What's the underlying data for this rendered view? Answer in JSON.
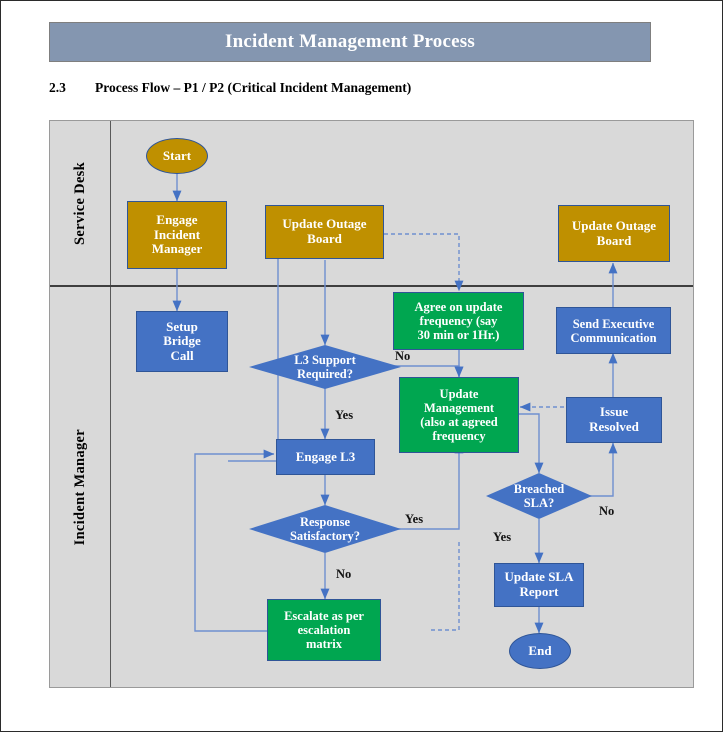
{
  "document": {
    "title_bar": "Incident Management Process",
    "section_number": "2.3",
    "section_heading": "Process Flow – P1 / P2 (Critical Incident Management)"
  },
  "colors": {
    "title_bar_bg": "#8496B0",
    "canvas_bg": "#D9D9D9",
    "gold": "#BF9000",
    "blue": "#4472C4",
    "green": "#00A650",
    "border_blue": "#2F5597",
    "connector": "#6F8FD0",
    "text_on_shape": "#FFFFFF"
  },
  "swimlanes": [
    {
      "id": "service-desk",
      "label": "Service Desk"
    },
    {
      "id": "incident-manager",
      "label": "Incident Manager"
    }
  ],
  "nodes": [
    {
      "id": "start",
      "label": "Start",
      "shape": "oval",
      "color": "gold",
      "lane": "service-desk"
    },
    {
      "id": "engage-incident-manager",
      "label": "Engage Incident Manager",
      "shape": "rect",
      "color": "gold",
      "lane": "service-desk"
    },
    {
      "id": "update-outage-board-1",
      "label": "Update Outage Board",
      "shape": "rect",
      "color": "gold",
      "lane": "service-desk"
    },
    {
      "id": "update-outage-board-2",
      "label": "Update Outage Board",
      "shape": "rect",
      "color": "gold",
      "lane": "service-desk"
    },
    {
      "id": "setup-bridge-call",
      "label": "Setup Bridge Call",
      "shape": "rect",
      "color": "blue",
      "lane": "incident-manager"
    },
    {
      "id": "l3-support-required",
      "label": "L3 Support Required?",
      "shape": "diamond",
      "color": "blue",
      "lane": "incident-manager"
    },
    {
      "id": "agree-update-frequency",
      "label": "Agree on update frequency (say 30 min or 1Hr.)",
      "shape": "rect",
      "color": "green",
      "lane": "incident-manager"
    },
    {
      "id": "send-executive-communication",
      "label": "Send Executive Communication",
      "shape": "rect",
      "color": "blue",
      "lane": "incident-manager"
    },
    {
      "id": "update-management",
      "label": "Update Management (also at agreed frequency",
      "shape": "rect",
      "color": "green",
      "lane": "incident-manager"
    },
    {
      "id": "issue-resolved",
      "label": "Issue Resolved",
      "shape": "rect",
      "color": "blue",
      "lane": "incident-manager"
    },
    {
      "id": "engage-l3",
      "label": "Engage L3",
      "shape": "rect",
      "color": "blue",
      "lane": "incident-manager"
    },
    {
      "id": "breached-sla",
      "label": "Breached SLA?",
      "shape": "diamond",
      "color": "blue",
      "lane": "incident-manager"
    },
    {
      "id": "response-satisfactory",
      "label": "Response Satisfactory?",
      "shape": "diamond",
      "color": "blue",
      "lane": "incident-manager"
    },
    {
      "id": "update-sla-report",
      "label": "Update SLA Report",
      "shape": "rect",
      "color": "blue",
      "lane": "incident-manager"
    },
    {
      "id": "escalate-matrix",
      "label": "Escalate as per escalation matrix",
      "shape": "rect",
      "color": "green",
      "lane": "incident-manager"
    },
    {
      "id": "end",
      "label": "End",
      "shape": "oval",
      "color": "blue",
      "lane": "incident-manager"
    }
  ],
  "edge_labels": {
    "l3_no": "No",
    "l3_yes": "Yes",
    "response_yes": "Yes",
    "response_no": "No",
    "sla_yes": "Yes",
    "sla_no": "No"
  },
  "node_text": {
    "start": "Start",
    "engage_incident_manager": [
      "Engage",
      "Incident",
      "Manager"
    ],
    "update_outage_board_1": [
      "Update Outage",
      "Board"
    ],
    "update_outage_board_2": [
      "Update Outage",
      "Board"
    ],
    "setup_bridge_call": [
      "Setup",
      "Bridge",
      "Call"
    ],
    "l3_support_required": [
      "L3 Support",
      "Required?"
    ],
    "agree_update_frequency": [
      "Agree on update",
      "frequency (say",
      "30 min or 1Hr.)"
    ],
    "send_executive_communication": [
      "Send Executive",
      "Communication"
    ],
    "update_management": [
      "Update",
      "Management",
      "(also at agreed",
      "frequency"
    ],
    "issue_resolved": [
      "Issue",
      "Resolved"
    ],
    "engage_l3": [
      "Engage L3"
    ],
    "breached_sla": [
      "Breached",
      "SLA?"
    ],
    "response_satisfactory": [
      "Response",
      "Satisfactory?"
    ],
    "update_sla_report": [
      "Update SLA",
      "Report"
    ],
    "escalate_matrix": [
      "Escalate as per",
      "escalation",
      "matrix"
    ],
    "end": "End"
  }
}
